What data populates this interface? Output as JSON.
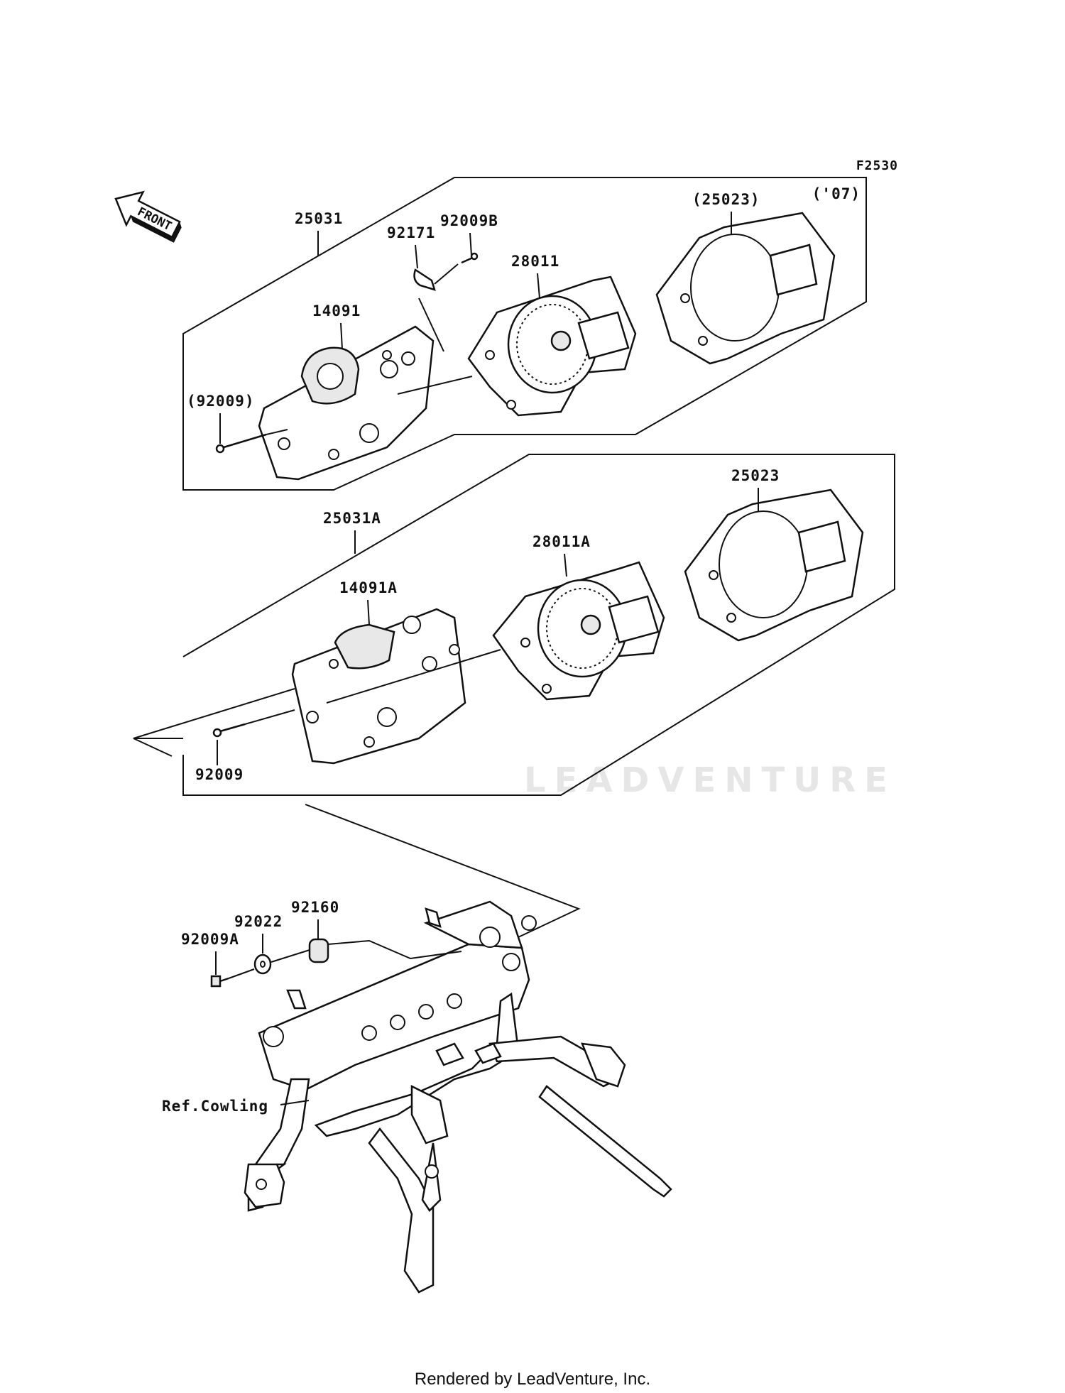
{
  "figure_code": "F2530",
  "year_note": "('07)",
  "front_label": "FRONT",
  "labels": {
    "p25031": "25031",
    "p92171": "92171",
    "p92009B": "92009B",
    "p28011": "28011",
    "p25023_paren": "(25023)",
    "p14091": "14091",
    "p92009_paren": "(92009)",
    "p25023": "25023",
    "p25031A": "25031A",
    "p28011A": "28011A",
    "p14091A": "14091A",
    "p92009": "92009",
    "p92160": "92160",
    "p92022": "92022",
    "p92009A": "92009A",
    "ref_cowling": "Ref.Cowling"
  },
  "watermark": "LEADVENTURE",
  "footer": "Rendered by LeadVenture, Inc."
}
